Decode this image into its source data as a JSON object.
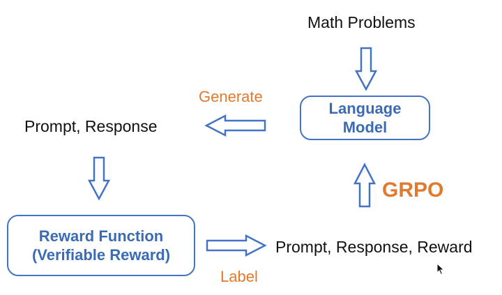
{
  "diagram": {
    "math_problems": "Math Problems",
    "language_model": [
      "Language",
      "Model"
    ],
    "generate_label": "Generate",
    "prompt_response": "Prompt, Response",
    "reward_function": [
      "Reward Function",
      "(Verifiable Reward)"
    ],
    "label_label": "Label",
    "prompt_response_reward": "Prompt, Response, Reward",
    "grpo_label": "GRPO"
  },
  "colors": {
    "box_border": "#4472c4",
    "box_text": "#3b6bb5",
    "accent_orange": "#e07a2e",
    "body_text": "#111111"
  },
  "icons": [
    "arrow-down-icon",
    "arrow-left-icon",
    "arrow-right-icon",
    "arrow-up-icon",
    "mouse-cursor-icon"
  ]
}
